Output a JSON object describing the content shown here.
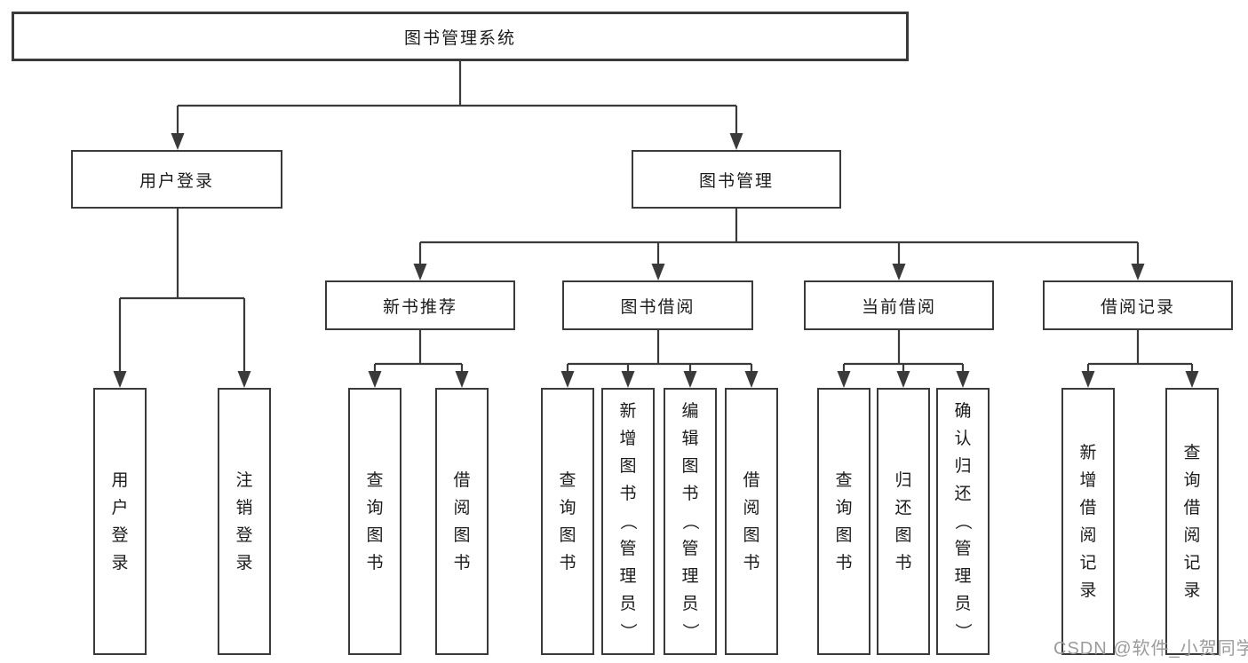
{
  "diagram": {
    "root": {
      "label": "图书管理系统"
    },
    "level2": [
      {
        "label": "用户登录"
      },
      {
        "label": "图书管理"
      }
    ],
    "level3": [
      {
        "label": "新书推荐"
      },
      {
        "label": "图书借阅"
      },
      {
        "label": "当前借阅"
      },
      {
        "label": "借阅记录"
      }
    ],
    "leaves": {
      "user_login": [
        "用户登录",
        "注销登录"
      ],
      "new_book": [
        "查询图书",
        "借阅图书"
      ],
      "borrow": [
        "查询图书",
        "新增图书（管理员）",
        "编辑图书（管理员）",
        "借阅图书"
      ],
      "current": [
        "查询图书",
        "归还图书",
        "确认归还（管理员）"
      ],
      "records": [
        "新增借阅记录",
        "查询借阅记录"
      ]
    },
    "colors": {
      "line": "#3a3a3a",
      "text": "#1b1b1b",
      "background": "#ffffff",
      "watermark": "#9b9b9b"
    }
  },
  "watermark": {
    "text": "CSDN @软件_小贺同学"
  }
}
